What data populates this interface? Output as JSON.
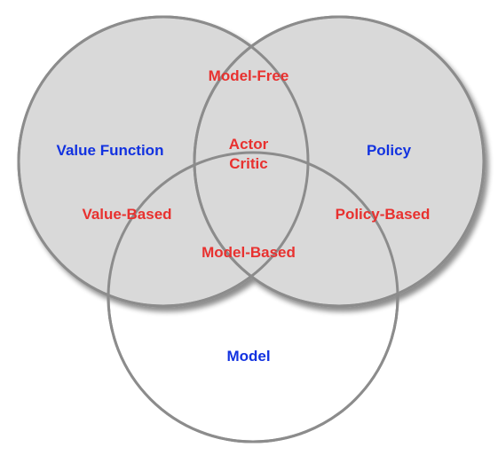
{
  "diagram": {
    "colors": {
      "circle_fill": "#d9d9d9",
      "circle_stroke": "#8c8c8c",
      "set_label": "#1232e0",
      "region_label": "#e8312f",
      "background": "#ffffff"
    },
    "sets": {
      "value_function": "Value Function",
      "policy": "Policy",
      "model": "Model"
    },
    "regions": {
      "model_free": "Model-Free",
      "actor_critic_line1": "Actor",
      "actor_critic_line2": "Critic",
      "value_based": "Value-Based",
      "policy_based": "Policy-Based",
      "model_based": "Model-Based"
    }
  }
}
